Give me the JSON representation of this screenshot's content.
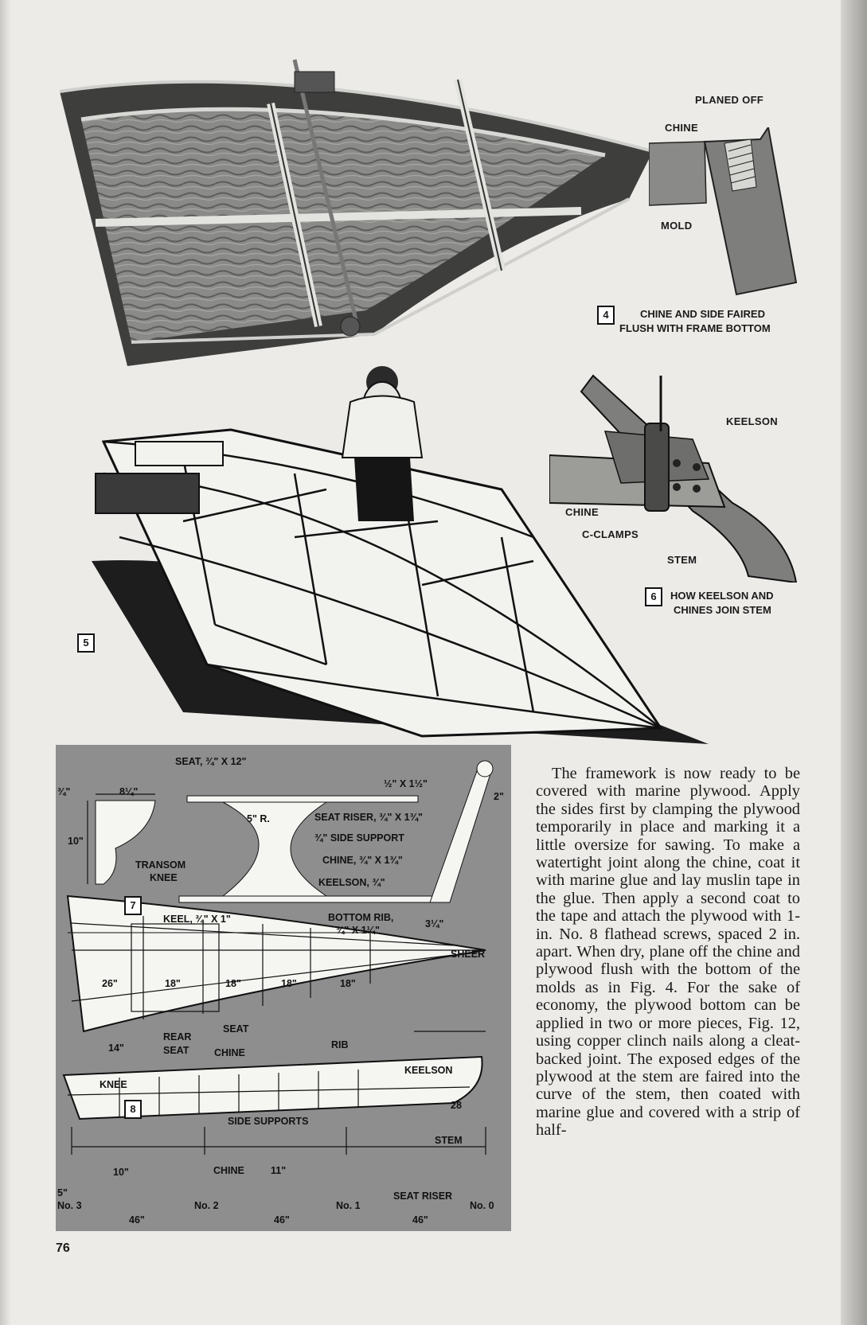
{
  "figure4": {
    "number": "4",
    "caption_line1": "CHINE AND SIDE FAIRED",
    "caption_line2": "FLUSH WITH FRAME BOTTOM",
    "labels": {
      "planed_off": "PLANED OFF",
      "chine": "CHINE",
      "mold": "MOLD"
    }
  },
  "figure5": {
    "number": "5"
  },
  "figure6": {
    "number": "6",
    "caption_line1": "HOW KEELSON AND",
    "caption_line2": "CHINES JOIN STEM",
    "labels": {
      "keelson": "KEELSON",
      "chine": "CHINE",
      "c_clamps": "C-CLAMPS",
      "stem": "STEM"
    }
  },
  "figure7": {
    "number": "7",
    "labels": {
      "seat": "SEAT, ¾\" X 12\"",
      "half_x": "½\" X 1½\"",
      "two": "2\"",
      "three_quarter": "¾\"",
      "eight_quarter": "8¼\"",
      "ten": "10\"",
      "five_r": "5\" R.",
      "seat_riser": "SEAT RISER, ¾\" X 1¾\"",
      "side_support": "¾\" SIDE SUPPORT",
      "chine": "CHINE, ¾\" X 1¾\"",
      "keelson": "KEELSON, ¾\"",
      "transom": "TRANSOM",
      "knee": "KNEE",
      "keel": "KEEL, ¾\" X 1\"",
      "bottom_rib": "BOTTOM RIB,",
      "bottom_rib2": "¾\" X 1¼\"",
      "three_quarter2": "3¼\""
    }
  },
  "figure8": {
    "number": "8",
    "labels": {
      "sheer": "SHEER",
      "d26": "26\"",
      "d18a": "18\"",
      "d18b": "18\"",
      "d18c": "18\"",
      "d18d": "18\"",
      "d14": "14\"",
      "rear": "REAR",
      "seat": "SEAT",
      "seat2": "SEAT",
      "chine": "CHINE",
      "rib": "RIB",
      "keelson": "KEELSON",
      "knee": "KNEE",
      "d28": "28",
      "side_supports": "SIDE SUPPORTS",
      "stem": "STEM",
      "d10": "10\"",
      "chine2": "CHINE",
      "d11": "11\"",
      "d5": "5\"",
      "seat_riser": "SEAT RISER",
      "no3": "No. 3",
      "no2": "No. 2",
      "no1": "No. 1",
      "no0": "No. 0",
      "d46a": "46\"",
      "d46b": "46\"",
      "d46c": "46\""
    }
  },
  "body_text": "The framework is now ready to be covered with marine plywood. Apply the sides first by clamping the plywood temporarily in place and marking it a little oversize for sawing. To make a watertight joint along the chine, coat it with marine glue and lay muslin tape in the glue. Then apply a second coat to the tape and attach the plywood with 1-in. No. 8 flathead screws, spaced 2 in. apart. When dry, plane off the chine and plywood flush with the bottom of the molds as in Fig. 4. For the sake of economy, the plywood bottom can be applied in two or more pieces, Fig. 12, using copper clinch nails along a cleat-backed joint. The exposed edges of the plywood at the stem are faired into the curve of the stem, then coated with marine glue and covered with a strip of half-",
  "page_number": "76"
}
